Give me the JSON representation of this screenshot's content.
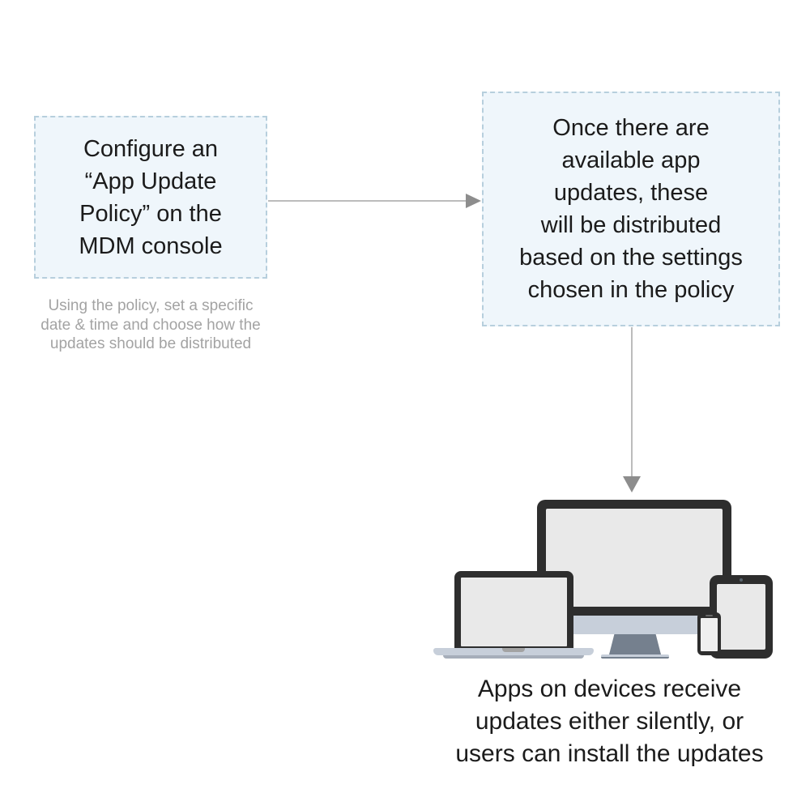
{
  "infographic": {
    "step1": {
      "box_text": "Configure an\n“App Update\nPolicy” on the\nMDM console",
      "caption": "Using the policy, set a specific\ndate & time and choose how the\nupdates should be distributed"
    },
    "step2": {
      "box_text": "Once there are\navailable app\nupdates, these\nwill be distributed\nbased on the settings\nchosen in the policy"
    },
    "step3": {
      "caption": "Apps on devices receive\nupdates either silently, or\nusers can install the updates"
    },
    "icons": {
      "arrow_right": "arrow-right-icon",
      "arrow_down": "arrow-down-icon",
      "monitor": "desktop-monitor-icon",
      "laptop": "laptop-icon",
      "tablet": "tablet-icon",
      "phone": "smartphone-icon"
    },
    "colors": {
      "page_background": "#ffffff",
      "box_background": "#eff6fb",
      "box_border": "#b7cfdd",
      "box_text": "#1b1b1b",
      "caption_gray": "#a3a3a3",
      "caption_dark": "#1b1b1b",
      "arrow_line": "#bcbcbc",
      "arrow_head": "#8d8d8d",
      "device_frame": "#2e2e2e",
      "device_screen": "#e9e9e9",
      "device_metal": "#c7cfda",
      "device_metal_shadow": "#a6aeba",
      "stand_neck": "#75808e"
    }
  }
}
